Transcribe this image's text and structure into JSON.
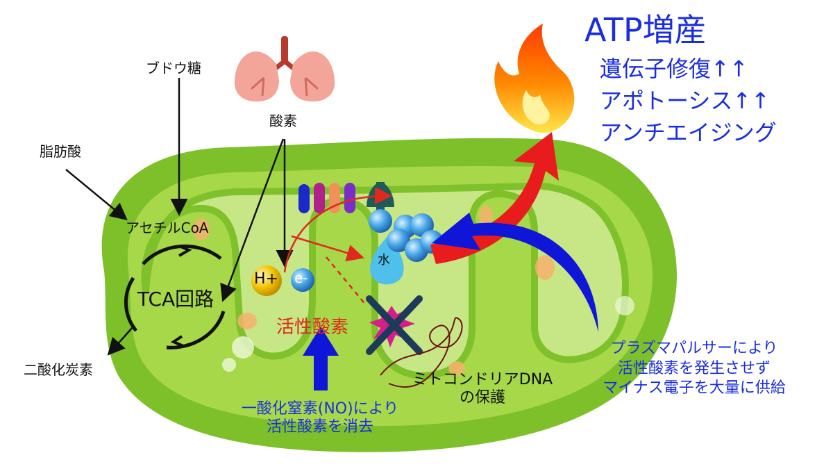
{
  "labels": {
    "glucose": "ブドウ糖",
    "fatty_acid": "脂肪酸",
    "oxygen": "酸素",
    "acetyl_coa": "アセチルCoA",
    "tca_cycle": "TCA回路",
    "co2": "二酸化炭素",
    "h_plus": "H+",
    "electron": "e-",
    "water": "水",
    "ros": "活性酸素",
    "mtdna_line1": "ミトコンドリアDNA",
    "mtdna_line2": "の保護"
  },
  "effects": {
    "title": "ATP増産",
    "items": [
      "遺伝子修復↑↑",
      "アポトーシス↑↑",
      "アンチエイジング"
    ]
  },
  "notes": {
    "no_line1": "一酸化窒素(NO)により",
    "no_line2": "活性酸素を消去",
    "plasma_line1": "プラズマパルサーにより",
    "plasma_line2": "活性酸素を発生させず",
    "plasma_line3": "マイナス電子を大量に供給"
  },
  "colors": {
    "mito_outer": "#7dc02a",
    "mito_inner": "#a6d84a",
    "mito_matrix": "#c9e88a",
    "accent_blue": "#1a2ee0",
    "accent_red": "#e0281c",
    "flame_orange": "#ff7a00",
    "electron_blue": "#4aa8e8",
    "h_plus_yellow": "#f2c200"
  },
  "icons": [
    "lungs-icon",
    "flame-icon",
    "cross-icon",
    "burst-icon",
    "dna-strand-icon"
  ]
}
